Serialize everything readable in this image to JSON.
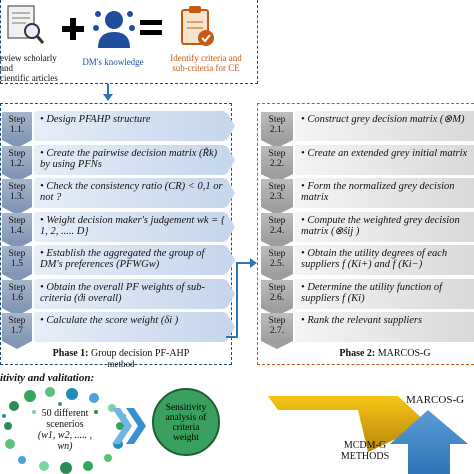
{
  "top": {
    "review_label_1": "eview scholarly and",
    "review_label_2": "cientific articles",
    "dm_label": "DM's knowledge",
    "identify_label_1": "Identify criteria and",
    "identify_label_2": "sub-criteria for CE"
  },
  "phase1": {
    "title_bold": "Phase 1:",
    "title_rest": "Group decision PF-AHP",
    "title_line2": "method",
    "steps": [
      {
        "num": "Step\n1.1.",
        "text": "Design PFAHP structure"
      },
      {
        "num": "Step\n1.2.",
        "text": "Create the pairwise decision matrix (R̃k) by using PFNs"
      },
      {
        "num": "Step\n1.3.",
        "text": "Check the consistency ratio (CR) < 0,1 or not ?"
      },
      {
        "num": "Step\n1.4.",
        "text": "Weight decision maker's judgement wk = { 1, 2, ..... D}"
      },
      {
        "num": "Step\n1.5",
        "text": "Establish the aggregated the group of DM's preferences (PFWGw)"
      },
      {
        "num": "Step\n1.6",
        "text": "Obtain the overall PF weights of sub-criteria (ϑi overall)"
      },
      {
        "num": "Step\n1.7",
        "text": "Calculate the score weight (δi )"
      }
    ]
  },
  "phase2": {
    "title_bold": "Phase 2:",
    "title_rest": "MARCOS-G",
    "steps": [
      {
        "num": "Step\n2.1.",
        "text": "Construct grey decision matrix (⊗M)"
      },
      {
        "num": "Step\n2.2.",
        "text": "Create an extended grey initial matrix"
      },
      {
        "num": "Step\n2.3.",
        "text": "Form the normalized grey decision matrix"
      },
      {
        "num": "Step\n2.4.",
        "text": "Compute the weighted grey decision matrix (⊗ŝij )"
      },
      {
        "num": "Step\n2.5.",
        "text": "Obtain the utility degrees of each suppliers f (Ki+) and f (Ki−)"
      },
      {
        "num": "Step\n2.6.",
        "text": "Determine the utility function of suppliers f (Ki)"
      },
      {
        "num": "Step\n2.7.",
        "text": "Rank the  relevant suppliers"
      }
    ]
  },
  "bottom": {
    "sensitivity_title": "itivity and valitation:",
    "scenarios_1": "50 different",
    "scenarios_2": "scenerios",
    "scenarios_3": "(w1, w2, ..... , wn)",
    "analysis_1": "Sensitivity",
    "analysis_2": "analysis of",
    "analysis_3": "criteria",
    "analysis_4": "weight",
    "marcos": "MARCOS-G",
    "mcdm_1": "MCDM-G",
    "mcdm_2": "METHODS"
  },
  "colors": {
    "phase1_border": "#1f4e79",
    "phase2_border": "#c55a11",
    "accent_green": "#2e8b57"
  }
}
